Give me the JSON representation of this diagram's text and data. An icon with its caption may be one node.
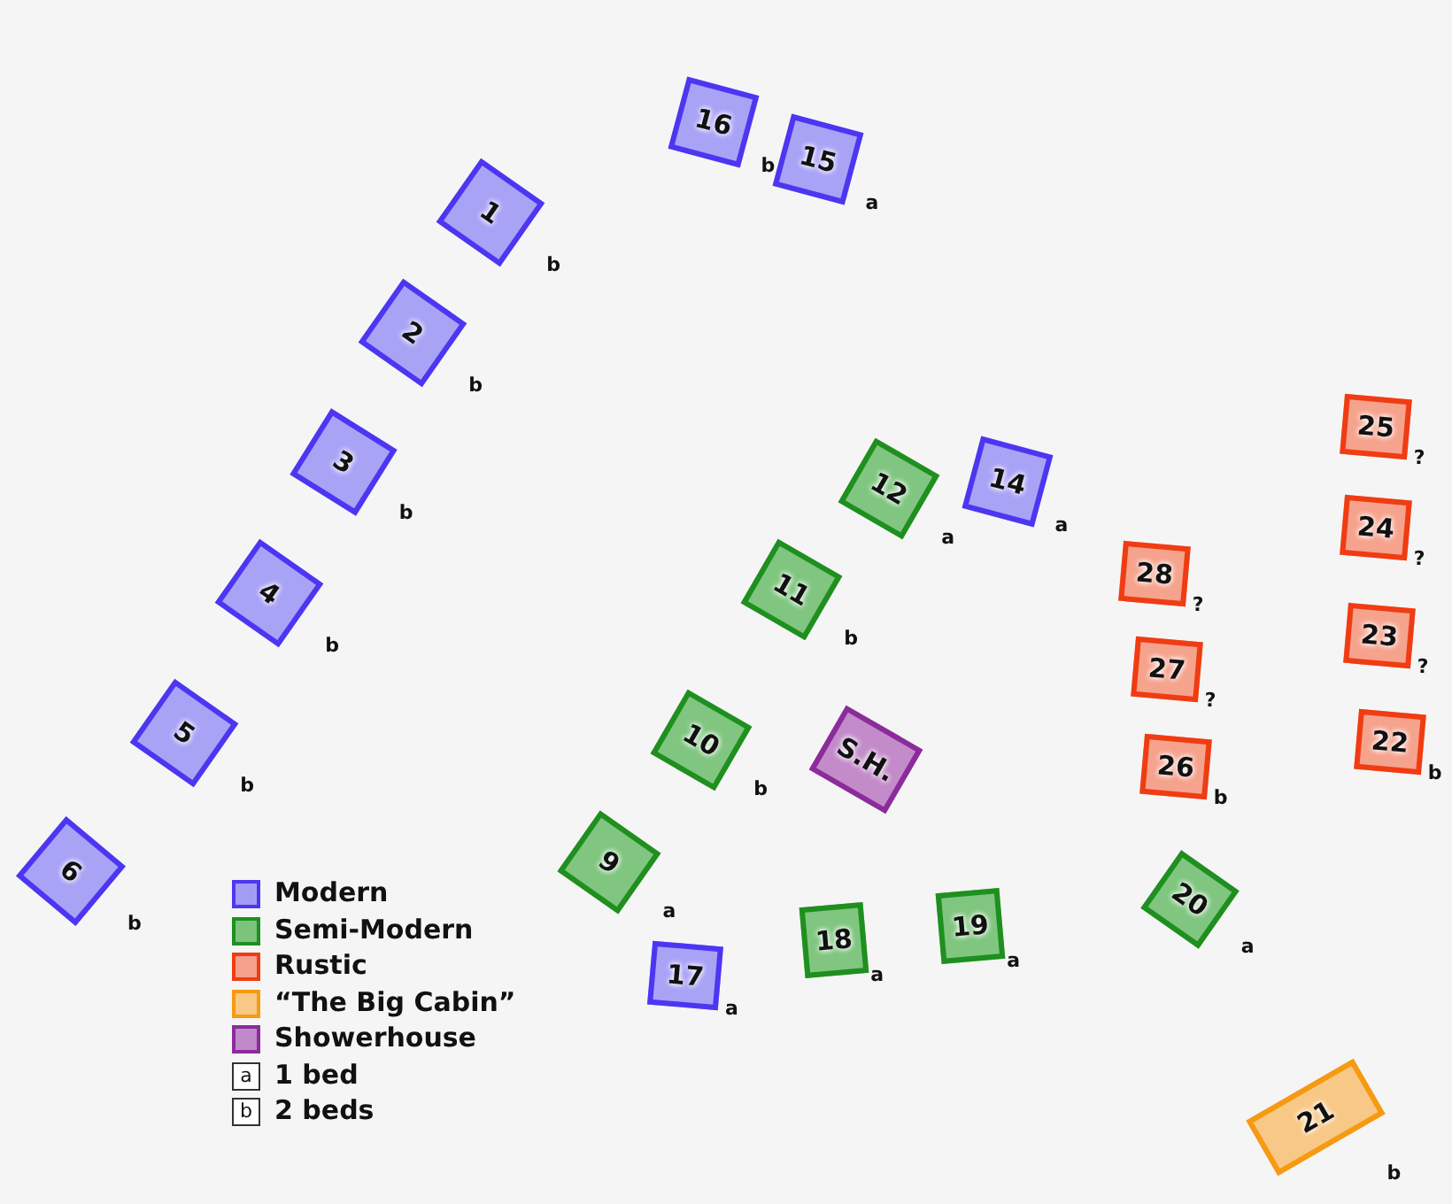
{
  "diagram": {
    "nodes": [
      {
        "text": [
          "1"
        ],
        "beside": [
          "b"
        ]
      },
      {
        "text": [
          "2"
        ],
        "beside": [
          "b"
        ]
      },
      {
        "text": [
          "3"
        ],
        "beside": [
          "b"
        ]
      },
      {
        "text": [
          "4"
        ],
        "beside": [
          "b"
        ]
      },
      {
        "text": [
          "5"
        ],
        "beside": [
          "b"
        ]
      },
      {
        "text": [
          "6"
        ],
        "beside": [
          "b"
        ]
      },
      {
        "text": [
          "9"
        ],
        "beside": [
          "a"
        ]
      },
      {
        "text": [
          "10"
        ],
        "beside": [
          "b"
        ]
      },
      {
        "text": [
          "11"
        ],
        "beside": [
          "b"
        ]
      },
      {
        "text": [
          "12"
        ],
        "beside": [
          "a"
        ]
      },
      {
        "text": [
          "14"
        ],
        "beside": [
          "a"
        ]
      },
      {
        "text": [
          "15"
        ],
        "beside": [
          "a"
        ]
      },
      {
        "text": [
          "16"
        ],
        "beside": [
          "b"
        ]
      },
      {
        "text": [
          "17"
        ],
        "beside": [
          "a"
        ]
      },
      {
        "text": [
          "18"
        ],
        "beside": [
          "a"
        ]
      },
      {
        "text": [
          "19"
        ],
        "beside": [
          "a"
        ]
      },
      {
        "text": [
          "20"
        ],
        "beside": [
          "a"
        ]
      },
      {
        "text": [
          "21"
        ],
        "beside": [
          "b"
        ]
      },
      {
        "text": [
          "22"
        ],
        "beside": [
          "b"
        ]
      },
      {
        "text": [
          "23"
        ],
        "beside": [
          "?"
        ]
      },
      {
        "text": [
          "24"
        ],
        "beside": [
          "?"
        ]
      },
      {
        "text": [
          "25"
        ],
        "beside": [
          "?"
        ]
      },
      {
        "text": [
          "26"
        ],
        "beside": [
          "b"
        ]
      },
      {
        "text": [
          "27"
        ],
        "beside": [
          "?"
        ]
      },
      {
        "text": [
          "28"
        ],
        "beside": [
          "?"
        ]
      },
      {
        "text": [
          "S.H."
        ]
      }
    ],
    "labels": [
      "a",
      "b"
    ],
    "legend": [
      {
        "text": "Modern",
        "color": "#a39cf5"
      },
      {
        "text": "Semi-Modern",
        "color": "#7cc37c"
      },
      {
        "text": "Rustic",
        "color": "#f5a08c"
      },
      {
        "text": "“The Big Cabin”",
        "color": "#f8c886"
      },
      {
        "text": "Showerhouse",
        "color": "#c089c9"
      },
      {
        "text": "1 bed"
      },
      {
        "text": "2 beds"
      }
    ]
  }
}
